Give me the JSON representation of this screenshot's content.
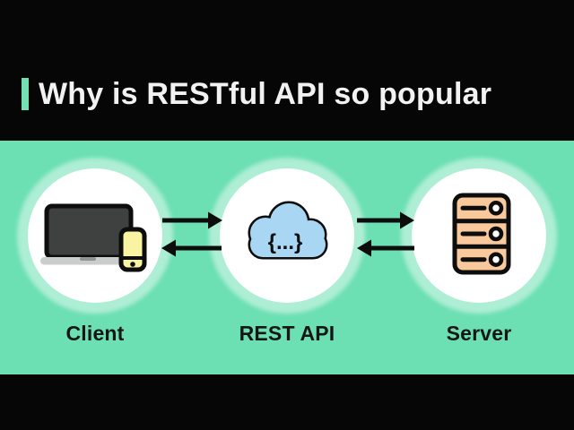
{
  "header": {
    "title": "Why is RESTful API so popular",
    "accent_color": "#74DFB5",
    "text_color": "#F2F2F2",
    "background_color": "#060606"
  },
  "diagram": {
    "background_color": "#6CE0B3",
    "node_circle_color": "#FFFFFF",
    "halo_color": "rgba(255,255,255,0.45)",
    "outline_color": "#0D0D0D",
    "label_color": "#161616",
    "nodes": [
      {
        "id": "client",
        "label": "Client",
        "icon": "laptop-and-phone-icon",
        "icon_colors": {
          "laptop_screen": "#3F4040",
          "laptop_base": "#C9CDCC",
          "phone_body": "#F9F4A1"
        }
      },
      {
        "id": "rest-api",
        "label": "REST API",
        "icon": "cloud-icon",
        "cloud_text": "{...}",
        "icon_colors": {
          "cloud_fill": "#A9D6F2"
        }
      },
      {
        "id": "server",
        "label": "Server",
        "icon": "server-rack-icon",
        "icon_colors": {
          "server_fill": "#F9C99C",
          "led_fill": "#FFFFFF"
        }
      }
    ],
    "connections": [
      {
        "from": "client",
        "to": "rest-api",
        "direction": "right"
      },
      {
        "from": "rest-api",
        "to": "client",
        "direction": "left"
      },
      {
        "from": "rest-api",
        "to": "server",
        "direction": "right"
      },
      {
        "from": "server",
        "to": "rest-api",
        "direction": "left"
      }
    ]
  }
}
